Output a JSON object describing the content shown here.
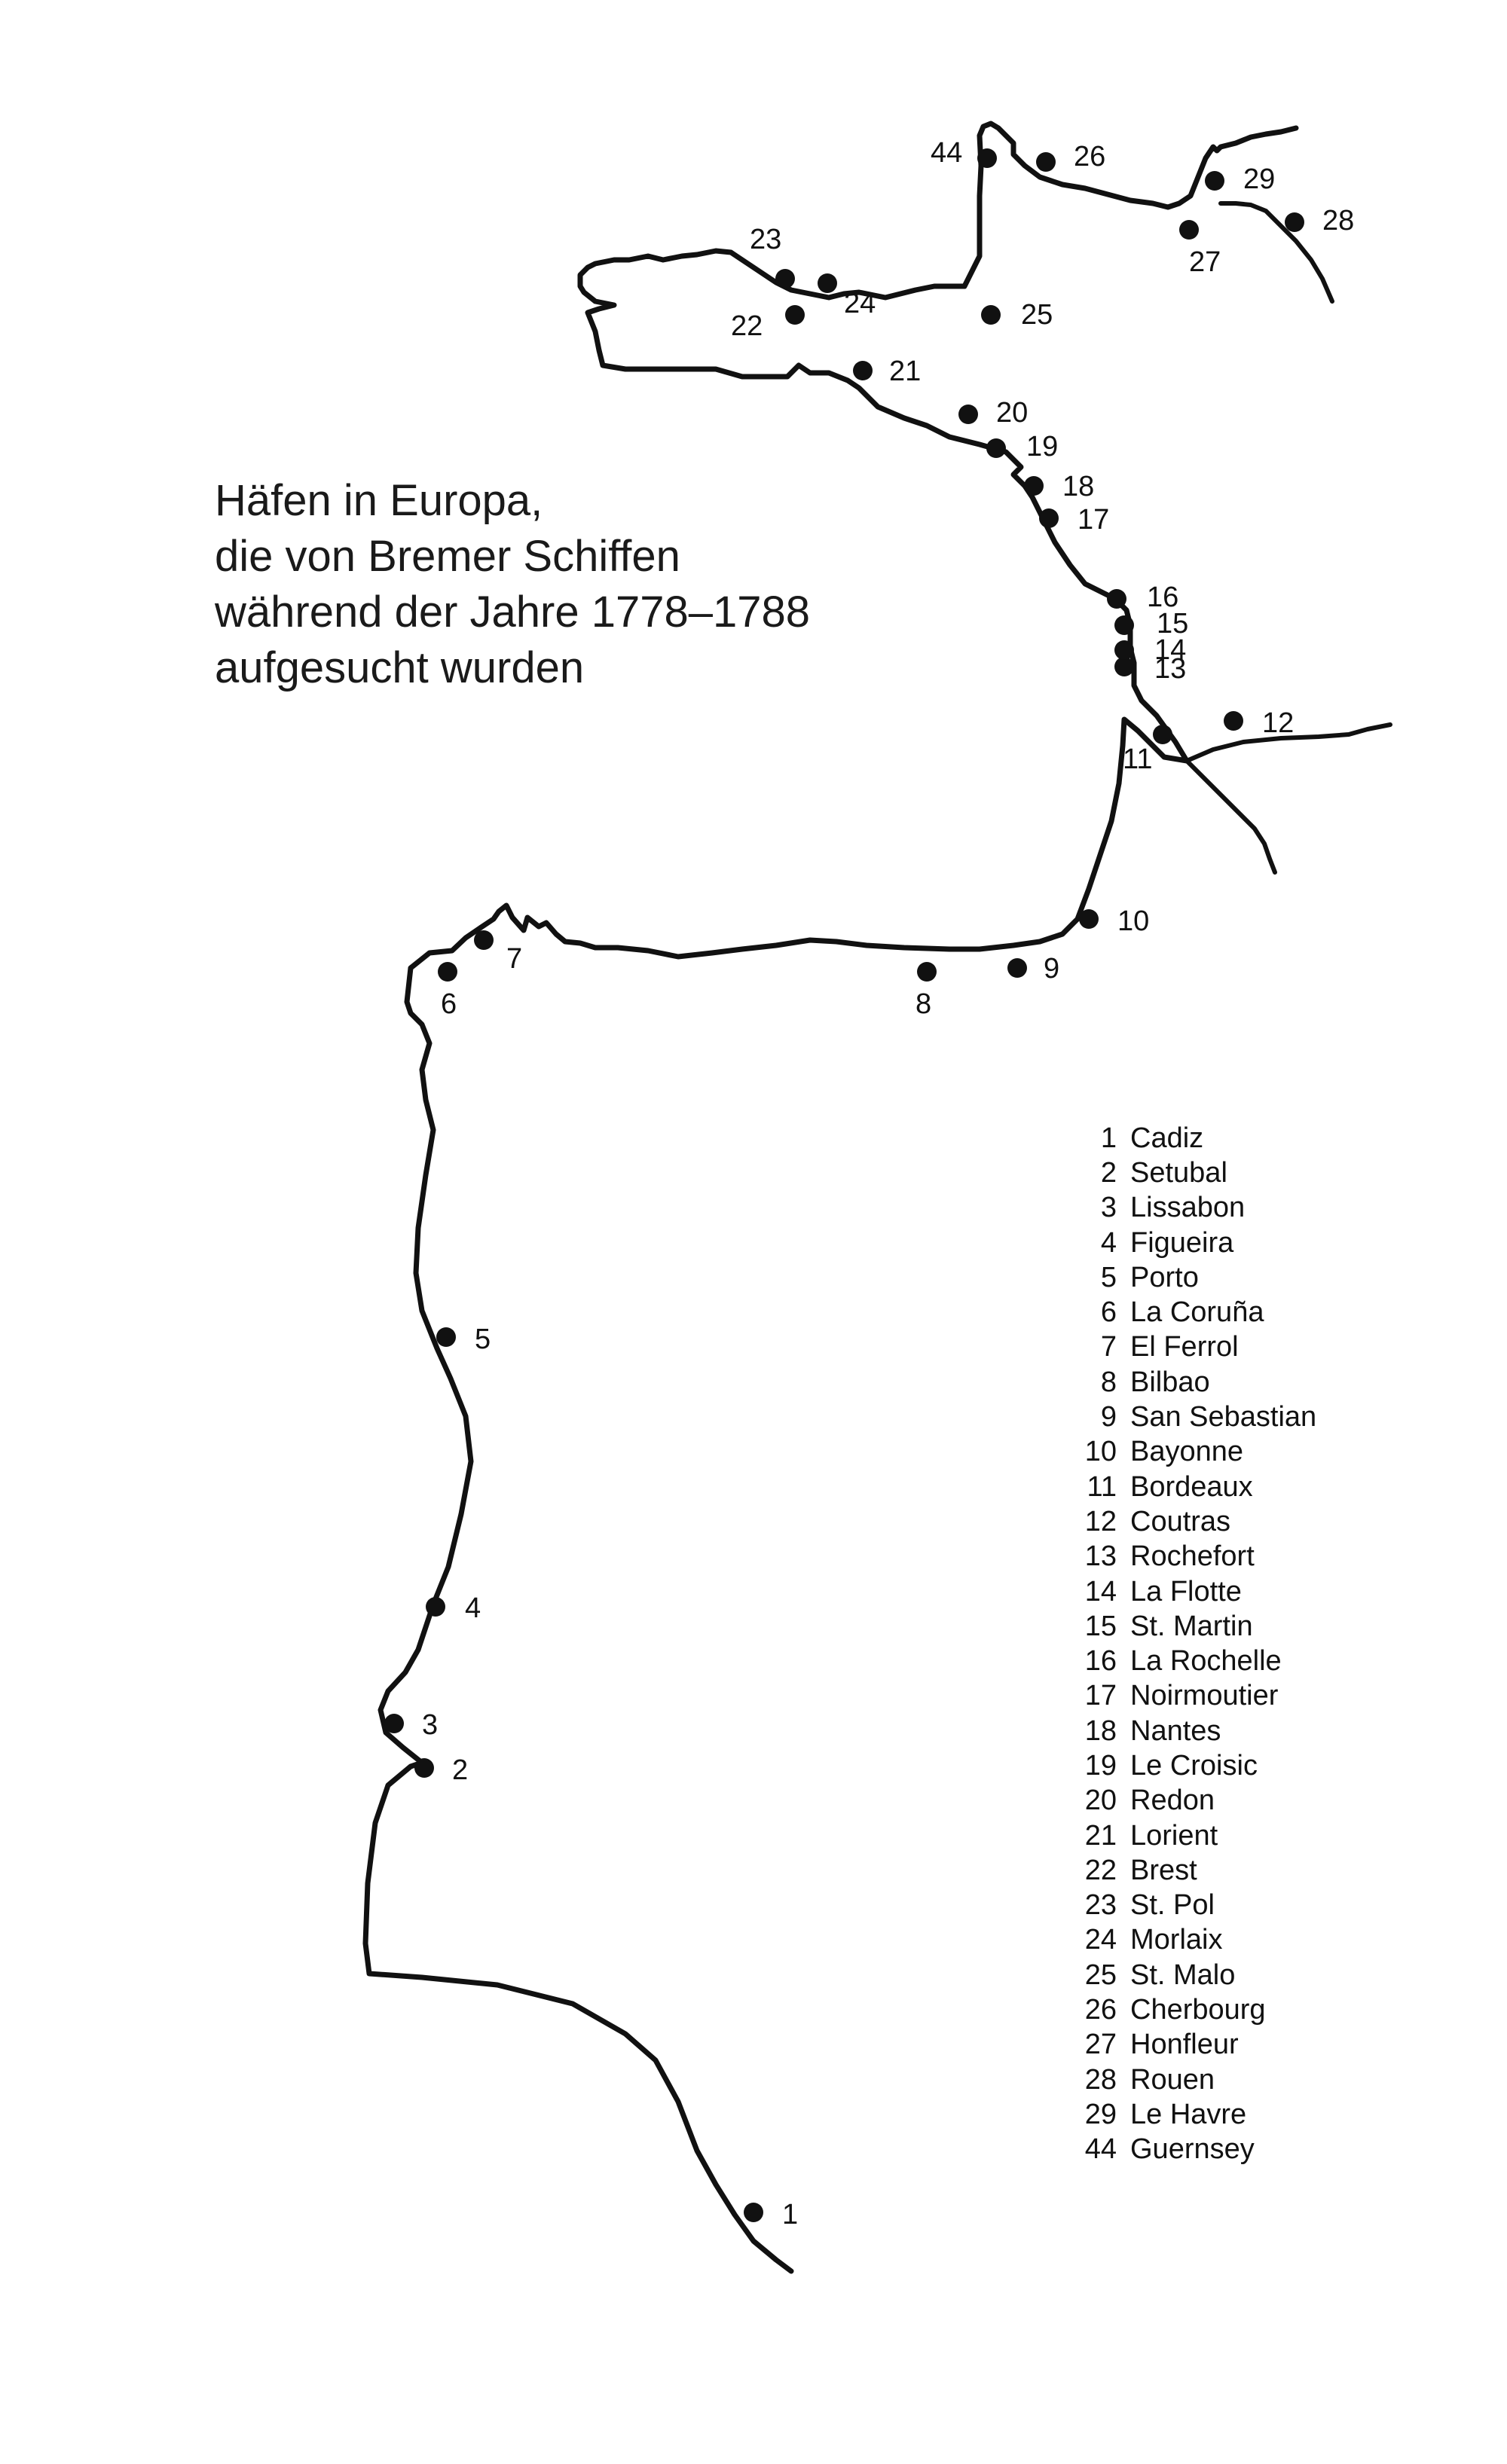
{
  "title": {
    "lines": [
      "Häfen in Europa,",
      "die von Bremer Schiffen",
      "während der Jahre 1778–1788",
      "aufgesucht wurden"
    ]
  },
  "ports": [
    {
      "num": "1",
      "name": "Cadiz"
    },
    {
      "num": "2",
      "name": "Setubal"
    },
    {
      "num": "3",
      "name": "Lissabon"
    },
    {
      "num": "4",
      "name": "Figueira"
    },
    {
      "num": "5",
      "name": "Porto"
    },
    {
      "num": "6",
      "name": "La Coruña"
    },
    {
      "num": "7",
      "name": "El Ferrol"
    },
    {
      "num": "8",
      "name": "Bilbao"
    },
    {
      "num": "9",
      "name": "San Sebastian"
    },
    {
      "num": "10",
      "name": "Bayonne"
    },
    {
      "num": "11",
      "name": "Bordeaux"
    },
    {
      "num": "12",
      "name": "Coutras"
    },
    {
      "num": "13",
      "name": "Rochefort"
    },
    {
      "num": "14",
      "name": "La Flotte"
    },
    {
      "num": "15",
      "name": "St. Martin"
    },
    {
      "num": "16",
      "name": "La Rochelle"
    },
    {
      "num": "17",
      "name": "Noirmoutier"
    },
    {
      "num": "18",
      "name": "Nantes"
    },
    {
      "num": "19",
      "name": "Le Croisic"
    },
    {
      "num": "20",
      "name": "Redon"
    },
    {
      "num": "21",
      "name": "Lorient"
    },
    {
      "num": "22",
      "name": "Brest"
    },
    {
      "num": "23",
      "name": "St. Pol"
    },
    {
      "num": "24",
      "name": "Morlaix"
    },
    {
      "num": "25",
      "name": "St. Malo"
    },
    {
      "num": "26",
      "name": "Cherbourg"
    },
    {
      "num": "27",
      "name": "Honfleur"
    },
    {
      "num": "28",
      "name": "Rouen"
    },
    {
      "num": "29",
      "name": "Le Havre"
    },
    {
      "num": "44",
      "name": "Guernsey"
    }
  ]
}
